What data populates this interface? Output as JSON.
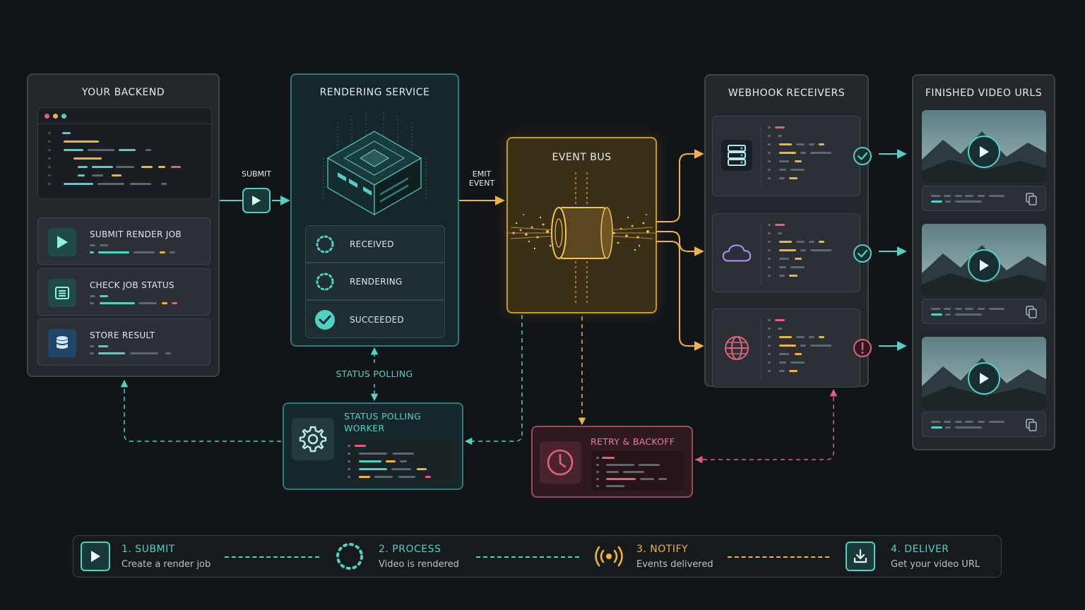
{
  "backend": {
    "title": "YOUR BACKEND",
    "items": [
      {
        "label": "SUBMIT RENDER JOB",
        "icon": "play-icon"
      },
      {
        "label": "CHECK JOB STATUS",
        "icon": "list-icon"
      },
      {
        "label": "STORE RESULT",
        "icon": "database-icon"
      }
    ]
  },
  "connectors": {
    "submit": "SUBMIT",
    "emit_event": "EMIT\nEVENT",
    "status_polling": "STATUS POLLING"
  },
  "rendering": {
    "title": "RENDERING SERVICE",
    "states": [
      {
        "label": "RECEIVED",
        "icon": "dotted-circle-icon"
      },
      {
        "label": "RENDERING",
        "icon": "dotted-circle-icon"
      },
      {
        "label": "SUCCEEDED",
        "icon": "check-circle-icon"
      }
    ]
  },
  "event_bus": {
    "title": "EVENT BUS"
  },
  "webhooks": {
    "title": "WEBHOOK RECEIVERS",
    "receivers": [
      {
        "icon": "server-icon",
        "status": "ok"
      },
      {
        "icon": "cloud-icon",
        "status": "ok"
      },
      {
        "icon": "globe-icon",
        "status": "error"
      }
    ]
  },
  "videos": {
    "title": "FINISHED VIDEO URLS",
    "count": 3
  },
  "worker": {
    "title": "STATUS POLLING\nWORKER"
  },
  "retry": {
    "title": "RETRY & BACKOFF"
  },
  "steps": [
    {
      "title": "1. SUBMIT",
      "subtitle": "Create a render job",
      "icon": "play-icon"
    },
    {
      "title": "2. PROCESS",
      "subtitle": "Video is rendered",
      "icon": "dotted-circle-icon"
    },
    {
      "title": "3. NOTIFY",
      "subtitle": "Events delivered",
      "icon": "broadcast-icon"
    },
    {
      "title": "4. DELIVER",
      "subtitle": "Get your video URL",
      "icon": "download-icon"
    }
  ],
  "colors": {
    "teal": "#4fd1c5",
    "gold": "#f0b43c",
    "pink": "#e0607e",
    "background": "#121518"
  }
}
